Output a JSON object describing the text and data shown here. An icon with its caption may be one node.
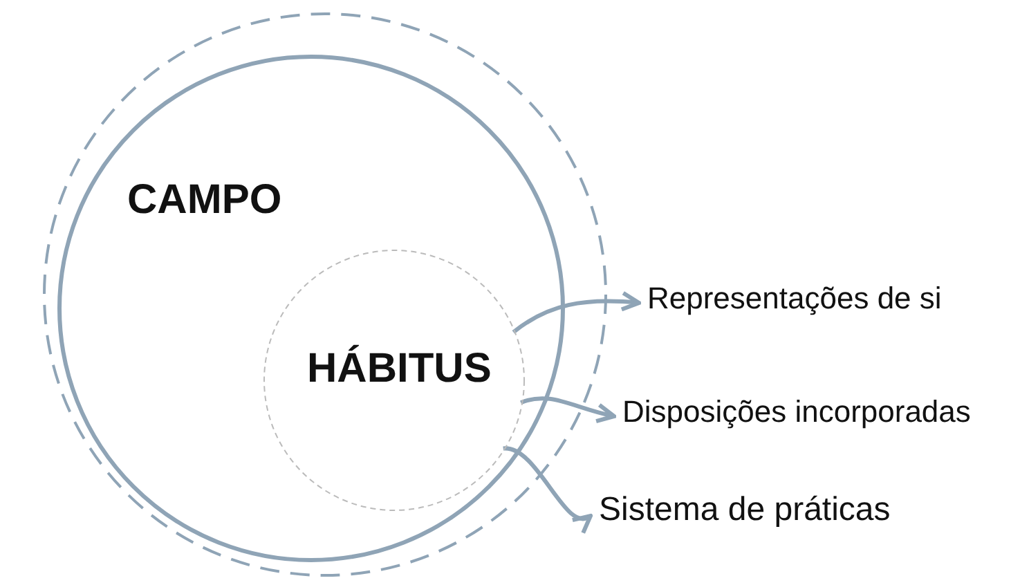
{
  "diagram": {
    "nodes": [
      {
        "text": [],
        "shape": "circle"
      },
      {
        "text": [
          "CAMPO"
        ],
        "in": 0
      },
      {
        "text": [
          "HÁBITUS"
        ],
        "in": 1
      },
      {
        "text": [
          "Representações de si"
        ]
      },
      {
        "text": [
          "Disposições incorporadas"
        ]
      },
      {
        "text": [
          "Sistema de práticas"
        ]
      }
    ],
    "edges": [
      {
        "from": 2,
        "to": 3,
        "arrow": "to"
      },
      {
        "from": 2,
        "to": 4,
        "arrow": "to"
      },
      {
        "from": 2,
        "to": 5,
        "arrow": "to"
      }
    ]
  }
}
